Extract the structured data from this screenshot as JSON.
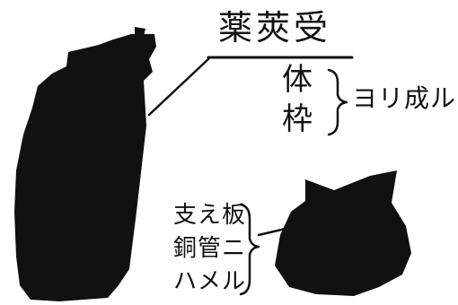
{
  "labels": {
    "title": "薬莢受",
    "body_lines": [
      "体",
      "枠"
    ],
    "body_suffix": "ヨリ成ル",
    "stand_lines": [
      "支え板",
      "銅管ニ",
      "ハメル"
    ]
  },
  "colors": {
    "ink": "#111111",
    "background": "#ffffff"
  }
}
